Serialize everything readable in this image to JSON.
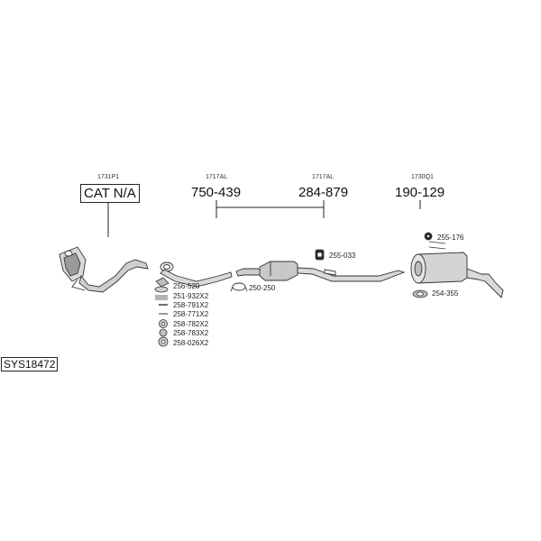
{
  "system_id": "SYS18472",
  "groups": [
    {
      "code": "1731P1",
      "part": "CAT N/A"
    },
    {
      "code": "1717AL",
      "part": "750-439"
    },
    {
      "code": "1717AL",
      "part": "284-879"
    },
    {
      "code": "1730Q1",
      "part": "190-129"
    }
  ],
  "small_parts": [
    "256-520",
    "251-932X2",
    "258-791X2",
    "258-771X2",
    "258-782X2",
    "258-783X2",
    "258-026X2",
    "250-250",
    "255-033",
    "255-176",
    "254-355"
  ]
}
